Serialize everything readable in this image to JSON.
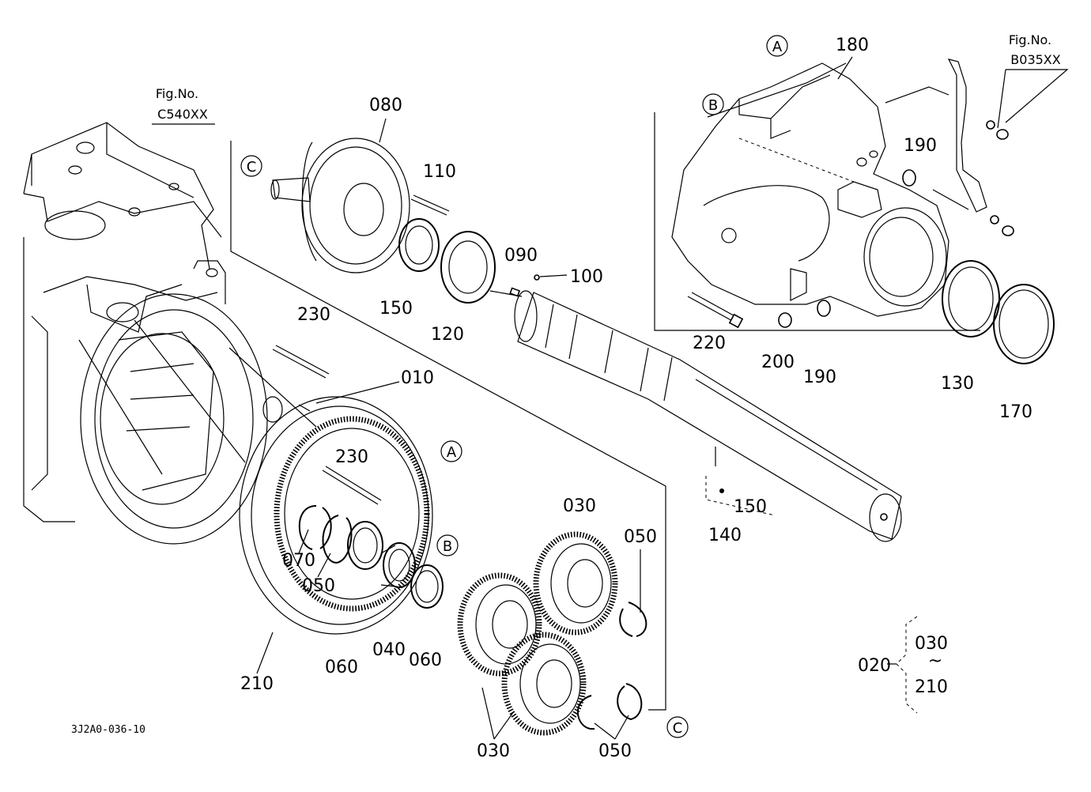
{
  "refs": {
    "fig_left": {
      "title": "Fig.No.",
      "code": "C540XX"
    },
    "fig_right": {
      "title": "Fig.No.",
      "code": "B035XX"
    },
    "drawing_id": "3J2A0-036-10"
  },
  "callouts": {
    "A": "A",
    "B": "B",
    "C": "C"
  },
  "labels": {
    "p010": "010",
    "p020": "020",
    "p030_top": "030",
    "p030_bottom": "030",
    "p040": "040",
    "p050_left": "050",
    "p050_right": "050",
    "p050_bottom": "050",
    "p060_left": "060",
    "p060_right": "060",
    "p070": "070",
    "p080": "080",
    "p090": "090",
    "p100": "100",
    "p110": "110",
    "p120": "120",
    "p130": "130",
    "p140": "140",
    "p150_upper": "150",
    "p150_lower": "150",
    "p170": "170",
    "p180": "180",
    "p190_upper": "190",
    "p190_lower": "190",
    "p200": "200",
    "p210": "210",
    "p220": "220",
    "p230_upper": "230",
    "p230_lower": "230"
  },
  "set_group": {
    "from": "030",
    "tilde": "~",
    "to": "210"
  }
}
